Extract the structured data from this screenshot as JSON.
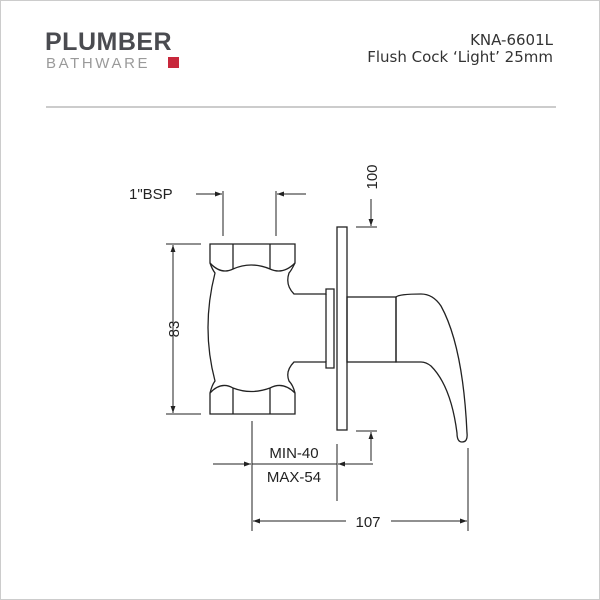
{
  "brand": {
    "line1": "PLUMBER",
    "line2": "BATHWARE",
    "accent": "#c8283c"
  },
  "product": {
    "code": "KNA-6601L",
    "name": "Flush Cock ‘Light’ 25mm"
  },
  "dimensions": {
    "thread": "1\"BSP",
    "height": "83",
    "plate": "100",
    "min": "MIN-40",
    "max": "MAX-54",
    "length": "107"
  }
}
